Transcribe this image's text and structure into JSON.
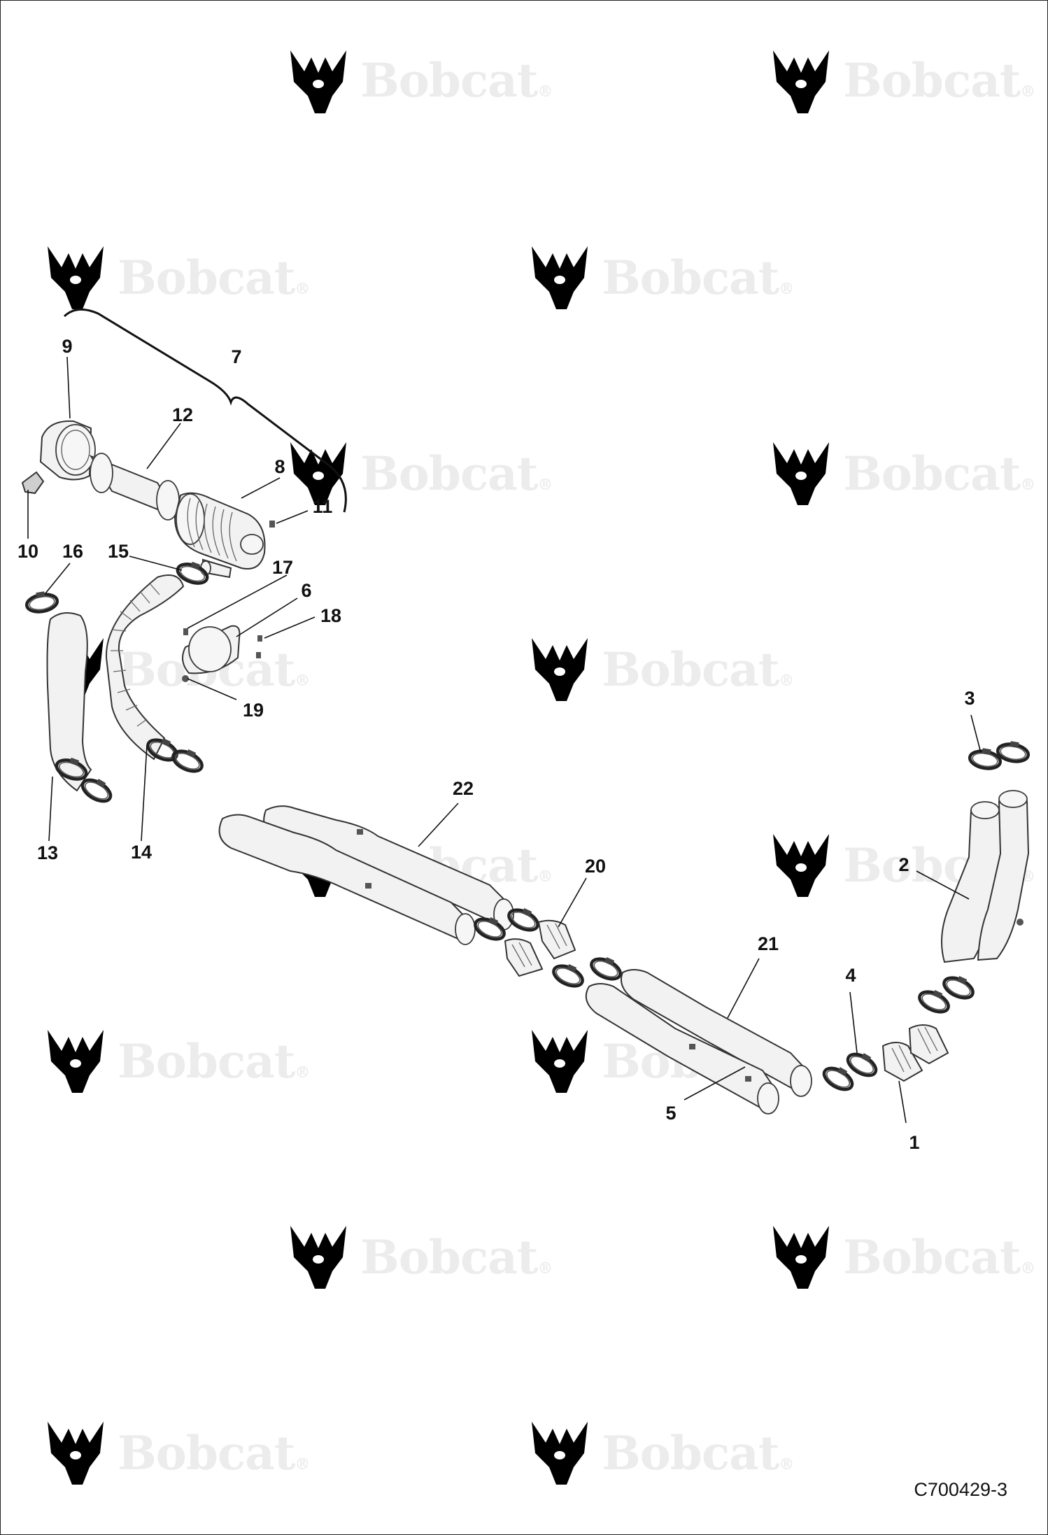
{
  "watermark": {
    "brand": "Bobcat",
    "mark": "®"
  },
  "figure_id": "C700429-3",
  "callouts": {
    "c1": "1",
    "c2": "2",
    "c3": "3",
    "c4": "4",
    "c5": "5",
    "c6": "6",
    "c7": "7",
    "c8": "8",
    "c9": "9",
    "c10": "10",
    "c11": "11",
    "c12": "12",
    "c13": "13",
    "c14": "14",
    "c15": "15",
    "c16": "16",
    "c17": "17",
    "c18": "18",
    "c19": "19",
    "c20": "20",
    "c21": "21",
    "c22": "22"
  }
}
